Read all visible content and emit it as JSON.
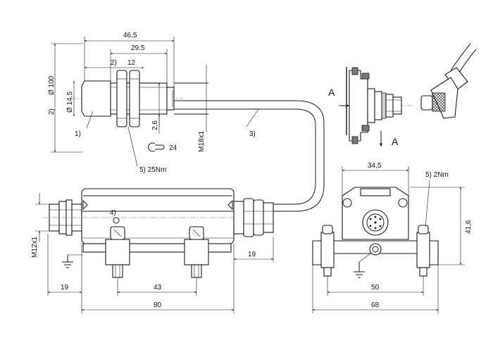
{
  "dimensions": {
    "sensor_length": "46,5",
    "thread_length": "29,5",
    "body_length_prefix": "2)",
    "body_length": "12",
    "diameter_100_prefix": "2)",
    "diameter_100": "Ø 100",
    "diameter_14_5": "Ø 14,5",
    "nut_gap": "2,6",
    "thread_m18": "M18x1",
    "connector_m12": "M12x1",
    "box_length": "80",
    "mount_spacing": "43",
    "left_offset": "19",
    "right_offset": "19",
    "end_width": "34,5",
    "end_height": "41,6",
    "end_mount_spacing": "50",
    "end_total_width": "68"
  },
  "callouts": {
    "c1": "1)",
    "c3": "3)",
    "c4": "4)",
    "c5_torque_main": "5) 25Nm",
    "c5_torque_end": "5) 2Nm",
    "wrench_size": "24"
  },
  "view_labels": {
    "section_a_left": "A",
    "section_a_bottom": "A"
  }
}
